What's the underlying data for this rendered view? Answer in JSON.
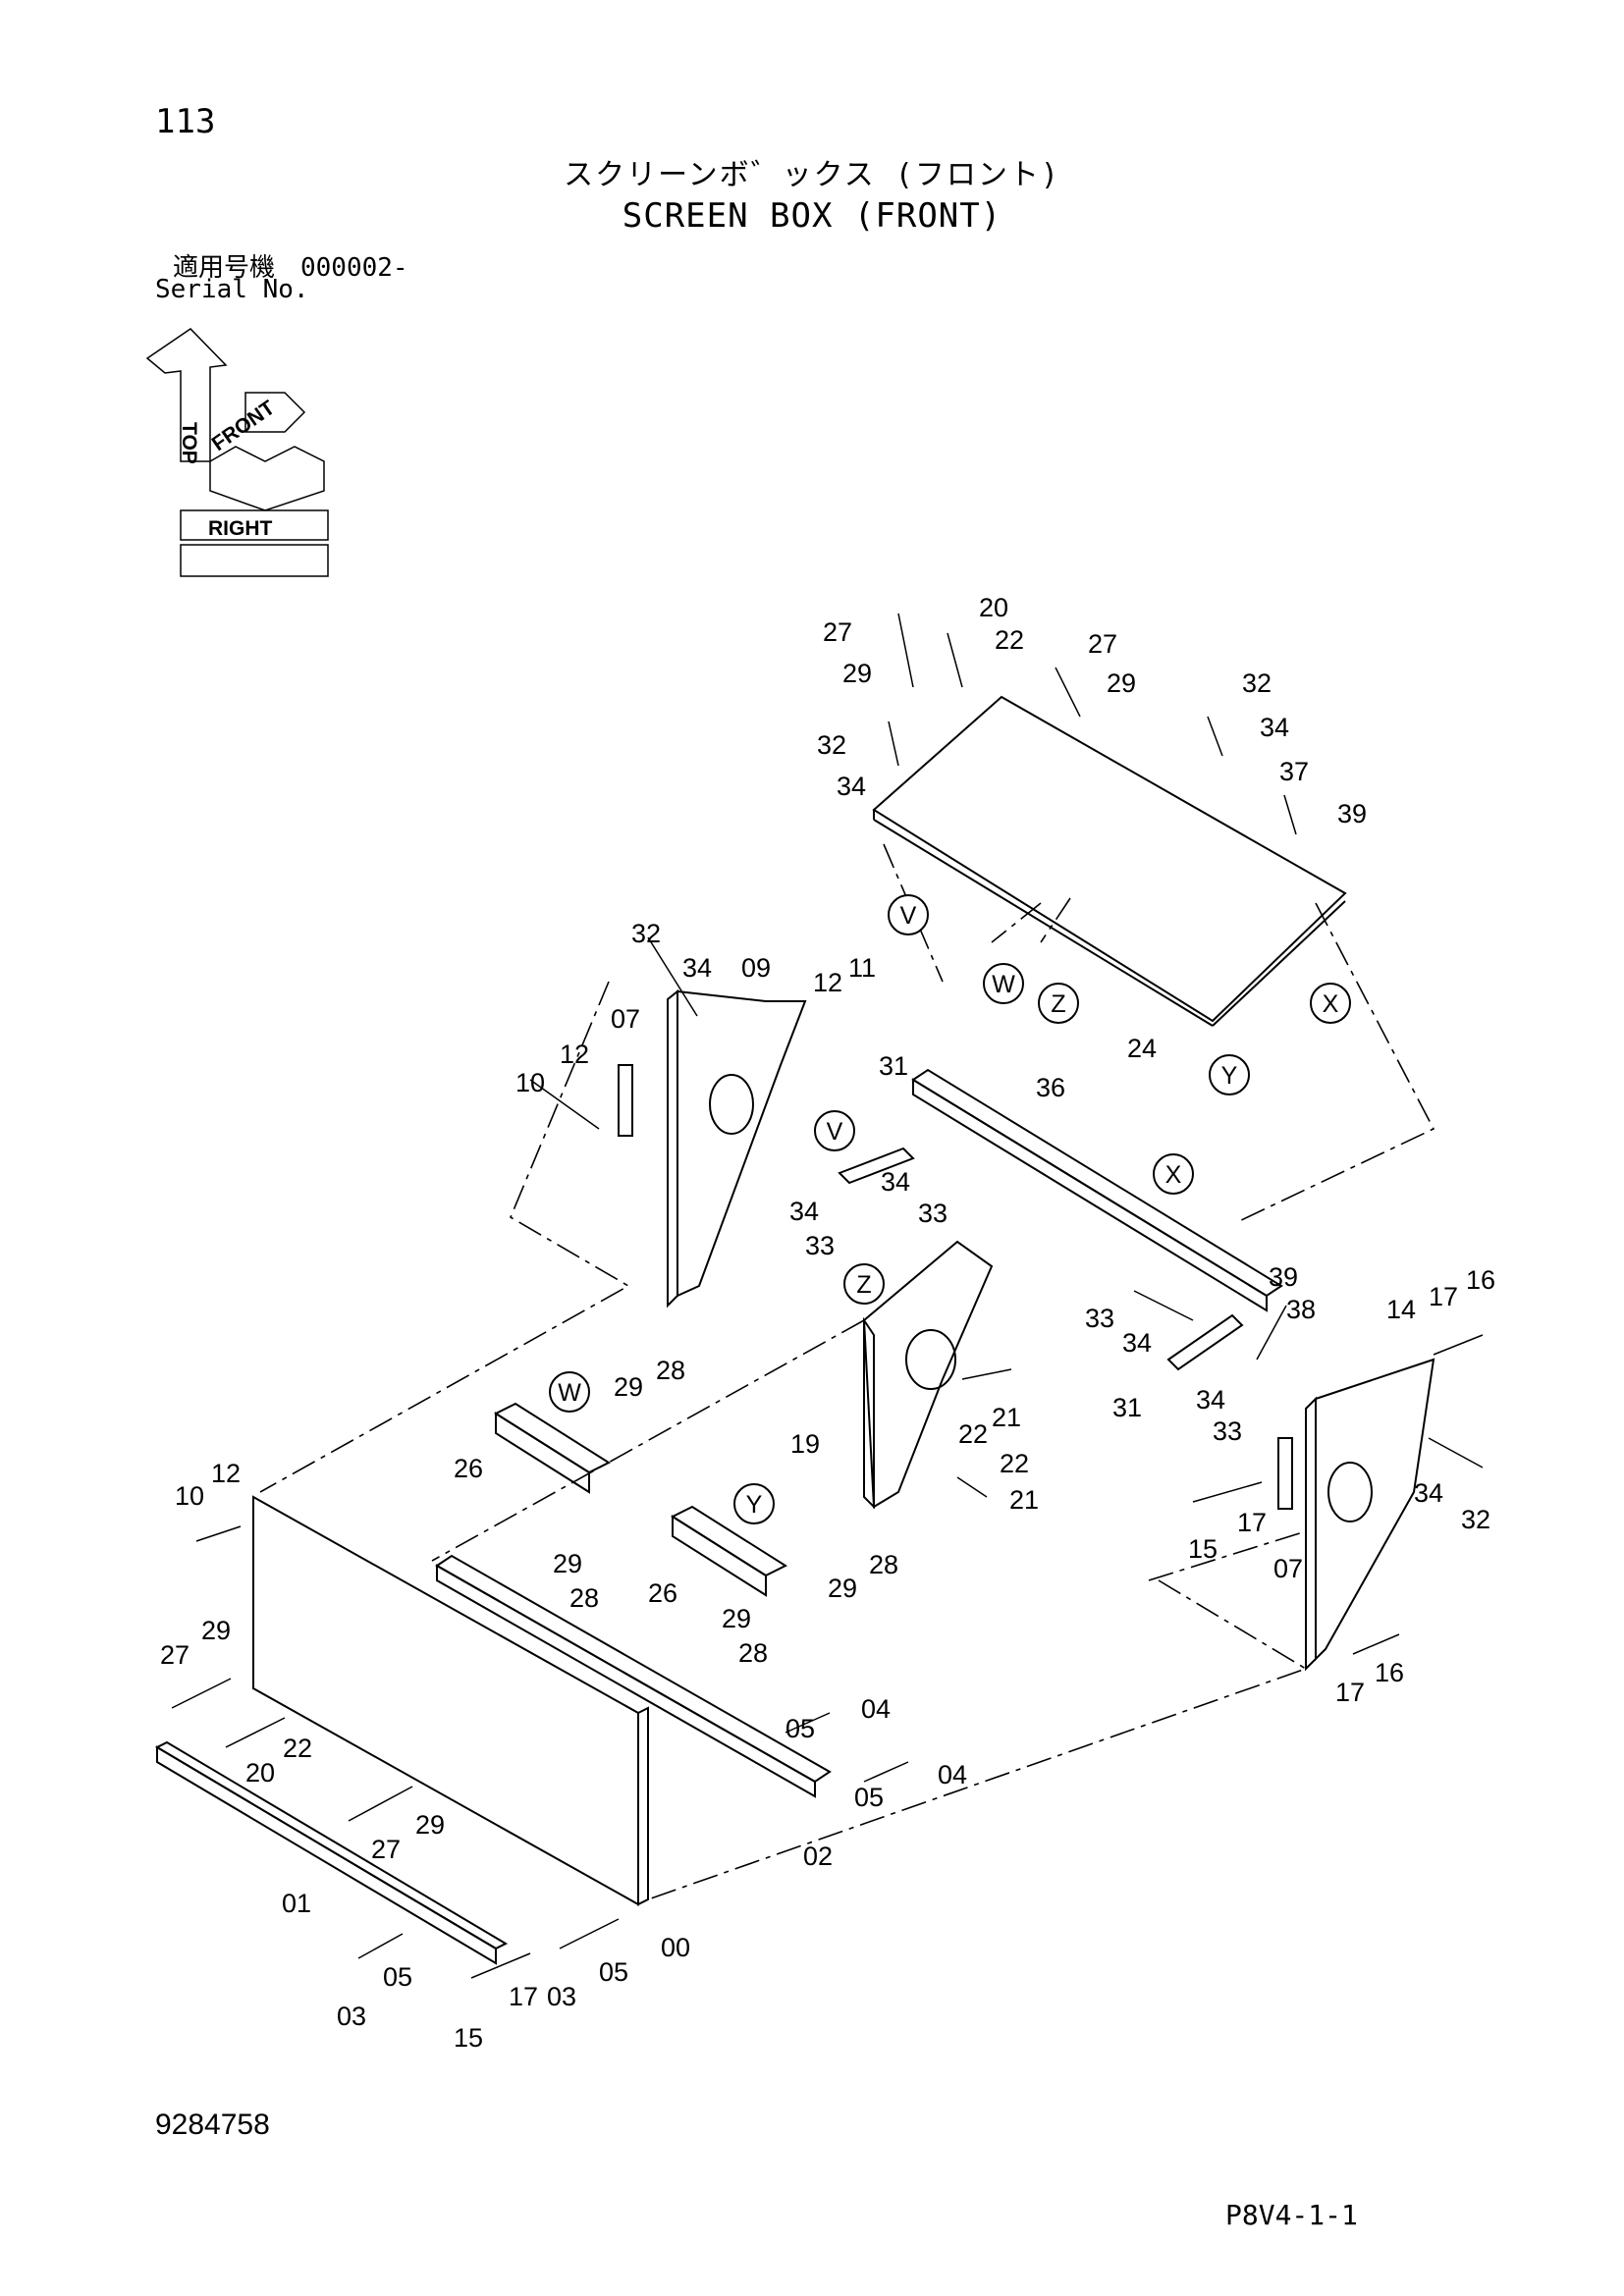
{
  "header": {
    "page_number": "113",
    "title_jp": "スクリーンボ゛ックス (フロント)",
    "title_en": "SCREEN BOX (FRONT)",
    "serial_jp": "適用号機　000002-",
    "serial_en": "Serial No."
  },
  "orientation_marker": {
    "top": "TOP",
    "front": "FRONT",
    "right": "RIGHT"
  },
  "footer": {
    "document_number": "9284758",
    "page_code": "P8V4-1-1"
  },
  "part_labels": [
    "00",
    "01",
    "02",
    "03",
    "04",
    "05",
    "07",
    "09",
    "10",
    "11",
    "12",
    "14",
    "15",
    "16",
    "17",
    "19",
    "20",
    "21",
    "22",
    "24",
    "26",
    "27",
    "28",
    "29",
    "31",
    "32",
    "33",
    "34",
    "36",
    "37",
    "38",
    "39"
  ],
  "reference_marks": [
    "V",
    "W",
    "X",
    "Y",
    "Z"
  ]
}
